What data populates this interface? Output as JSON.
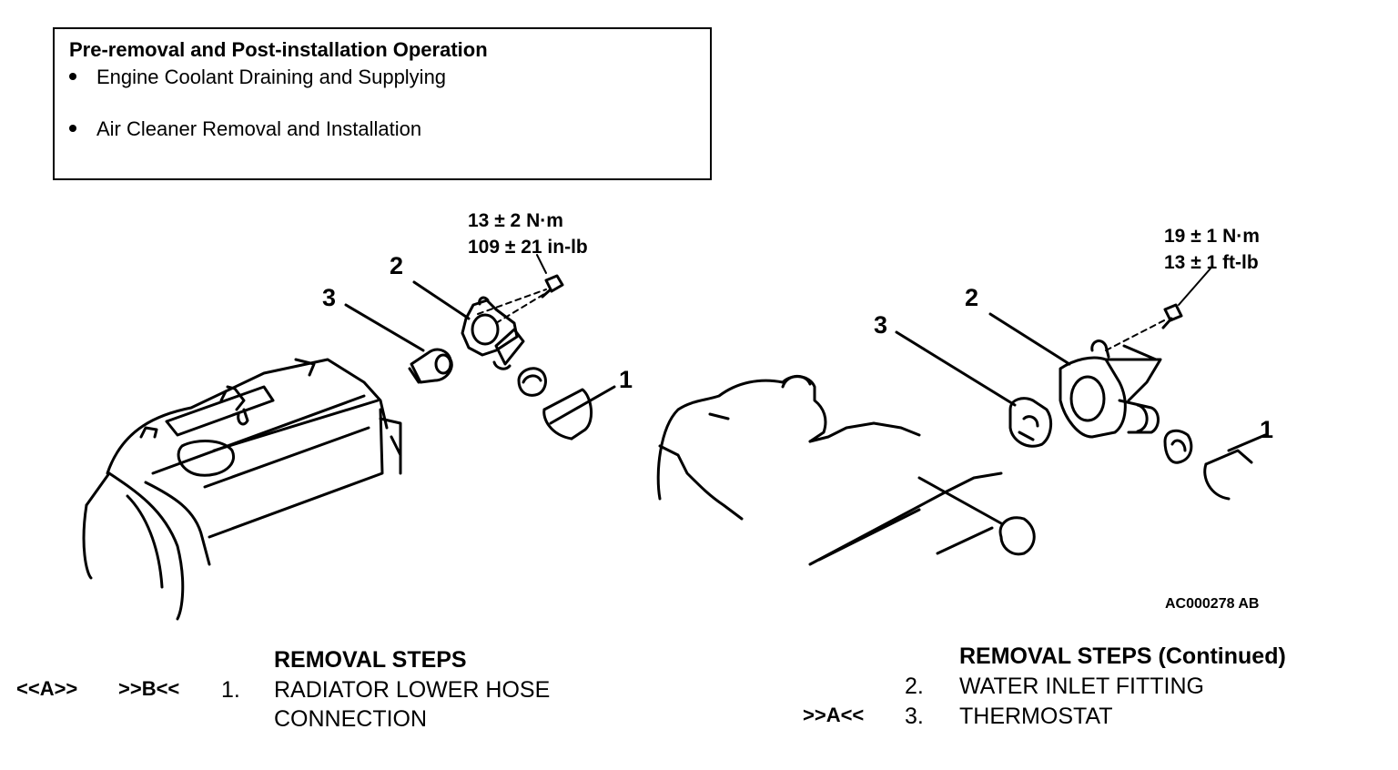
{
  "pre_removal": {
    "title": "Pre-removal and Post-installation Operation",
    "items": [
      "Engine Coolant Draining and Supplying",
      "Air Cleaner Removal and Installation"
    ]
  },
  "left_diagram": {
    "torque_line1": "13 ± 2 N·m",
    "torque_line2": "109  ± 21 in-lb",
    "callouts": [
      "1",
      "2",
      "3"
    ]
  },
  "right_diagram": {
    "torque_line1": "19 ± 1 N·m",
    "torque_line2": "13 ± 1 ft-lb",
    "callouts": [
      "1",
      "2",
      "3"
    ],
    "reference": "AC000278 AB"
  },
  "removal_steps": {
    "heading": "REMOVAL STEPS",
    "step1_ref_a": "<<A>>",
    "step1_ref_b": ">>B<<",
    "step1_num": "1.",
    "step1_text_line1": "RADIATOR LOWER HOSE",
    "step1_text_line2": "CONNECTION"
  },
  "removal_steps_continued": {
    "heading": "REMOVAL STEPS (Continued)",
    "step2_num": "2.",
    "step2_text": "WATER INLET FITTING",
    "step3_ref": ">>A<<",
    "step3_num": "3.",
    "step3_text": "THERMOSTAT"
  }
}
